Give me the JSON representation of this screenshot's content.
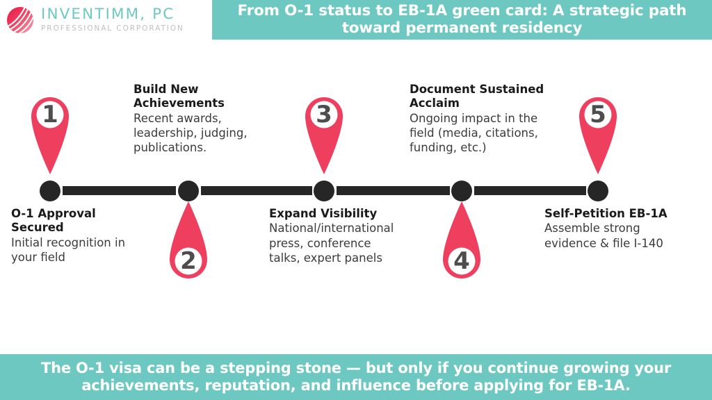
{
  "brand": {
    "logo_icon": "globe-swirl-logo",
    "name": "INVENTIMM, PC",
    "subtitle": "PROFESSIONAL CORPORATION",
    "name_color": "#6FC9C2",
    "subtitle_color": "#BFBFBF",
    "mark_color_dark": "#E8304F",
    "mark_color_light": "#F2A0AD"
  },
  "header": {
    "title": "From O-1 status to EB-1A green card: A strategic path toward permanent residency",
    "background": "#6CC8C1",
    "text_color": "#FFFFFF"
  },
  "timeline": {
    "line_color": "#262626",
    "pin_color": "#EE3F5F",
    "pin_number_color": "#4D4D4D",
    "pin_inner_color": "#FFFFFF",
    "steps": [
      {
        "number": "1",
        "pin_position": "above",
        "label_position": "below",
        "title": "O-1 Approval Secured",
        "description": "Initial recognition in your field"
      },
      {
        "number": "2",
        "pin_position": "below",
        "label_position": "above",
        "title": "Build New Achievements",
        "description": "Recent awards, leadership, judging, publications."
      },
      {
        "number": "3",
        "pin_position": "above",
        "label_position": "below",
        "title": "Expand Visibility",
        "description": "National/international press, conference talks, expert panels"
      },
      {
        "number": "4",
        "pin_position": "below",
        "label_position": "above",
        "title": "Document Sustained Acclaim",
        "description": "Ongoing impact in the field (media, citations, funding, etc.)"
      },
      {
        "number": "5",
        "pin_position": "above",
        "label_position": "below",
        "title": "Self-Petition EB-1A",
        "description": "Assemble strong evidence & file I-140"
      }
    ]
  },
  "footer": {
    "text": "The O-1 visa can be a stepping stone — but only if you continue growing your achievements, reputation, and influence before applying for EB-1A.",
    "background": "#6CC8C1",
    "text_color": "#FFFFFF"
  }
}
